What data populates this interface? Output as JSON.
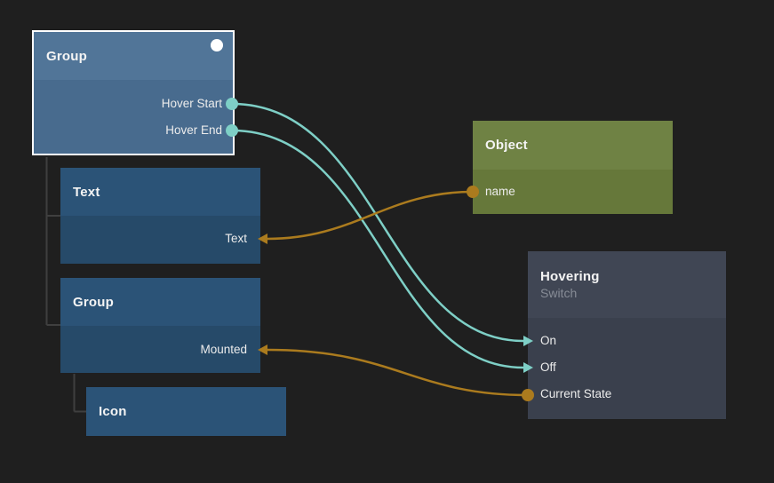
{
  "editor": {
    "background_color": "#1f1f1f",
    "tree_line_color": "#3f3f3f"
  },
  "colors": {
    "signal_wire": "#7ecfc6",
    "data_wire": "#ab7b1e",
    "selected_border": "#ffffff",
    "selected_header": "#517598",
    "selected_body": "#486b8e",
    "visual_header": "#2b5377",
    "visual_body": "#264a69",
    "data_header": "#6f8244",
    "data_body": "#66783a",
    "logic_header": "#404654",
    "logic_body": "#3a404d"
  },
  "nodes": {
    "group1": {
      "title": "Group",
      "selected": true,
      "ports": [
        {
          "label": "Hover Start",
          "kind": "signal-output"
        },
        {
          "label": "Hover End",
          "kind": "signal-output"
        }
      ]
    },
    "text": {
      "title": "Text",
      "ports": [
        {
          "label": "Text",
          "kind": "data-input"
        }
      ]
    },
    "group2": {
      "title": "Group",
      "ports": [
        {
          "label": "Mounted",
          "kind": "data-input"
        }
      ]
    },
    "icon": {
      "title": "Icon"
    },
    "object": {
      "title": "Object",
      "ports": [
        {
          "label": "name",
          "kind": "data-output"
        }
      ]
    },
    "hovering": {
      "title": "Hovering",
      "subtitle": "Switch",
      "ports": [
        {
          "label": "On",
          "kind": "signal-input"
        },
        {
          "label": "Off",
          "kind": "signal-input"
        },
        {
          "label": "Current State",
          "kind": "data-output"
        }
      ]
    }
  },
  "connections": [
    {
      "from": "Group / Hover Start",
      "to": "Hovering / On",
      "kind": "signal"
    },
    {
      "from": "Group / Hover End",
      "to": "Hovering / Off",
      "kind": "signal"
    },
    {
      "from": "Object / name",
      "to": "Text / Text",
      "kind": "data"
    },
    {
      "from": "Hovering / Current State",
      "to": "Group / Mounted",
      "kind": "data"
    }
  ]
}
